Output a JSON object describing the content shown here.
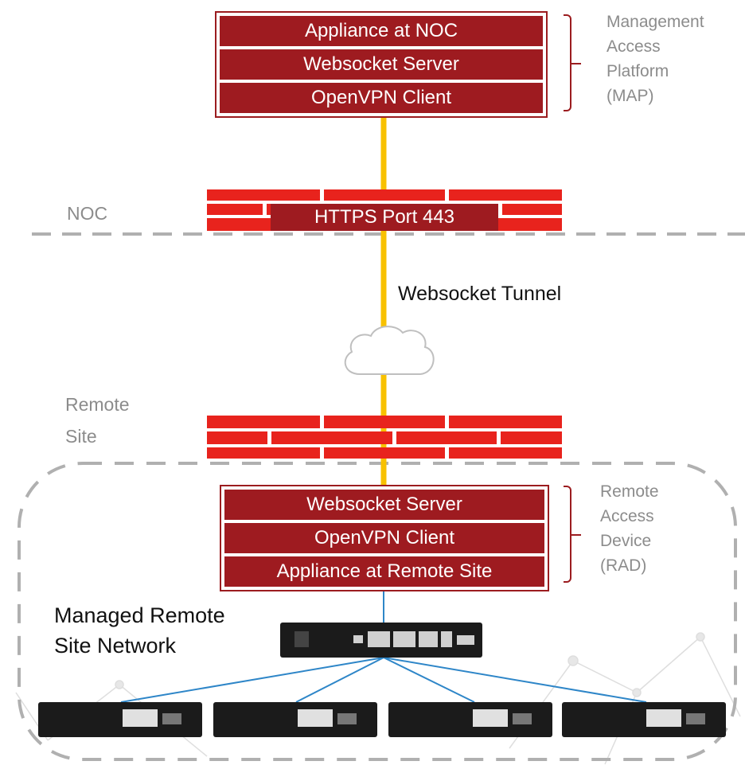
{
  "map_stack": {
    "layers": [
      "Appliance at NOC",
      "Websocket Server",
      "OpenVPN Client"
    ]
  },
  "map_label": {
    "lines": [
      "Management",
      "Access",
      "Platform",
      "(MAP)"
    ]
  },
  "noc_label": "NOC",
  "firewall_noc_label": "HTTPS Port 443",
  "tunnel_label": "Websocket Tunnel",
  "remote_site_label": {
    "lines": [
      "Remote",
      "Site"
    ]
  },
  "rad_stack": {
    "layers": [
      "Websocket Server",
      "OpenVPN Client",
      "Appliance at Remote Site"
    ]
  },
  "rad_label": {
    "lines": [
      "Remote",
      "Access",
      "Device",
      "(RAD)"
    ]
  },
  "managed_network_label": {
    "lines": [
      "Managed Remote",
      "Site Network"
    ]
  },
  "colors": {
    "stack_red": "#9e1b20",
    "firewall_red": "#e8231d",
    "tunnel_yellow": "#f8c100",
    "link_blue": "#2e86c8",
    "zone_dash": "#b0b0b0"
  }
}
